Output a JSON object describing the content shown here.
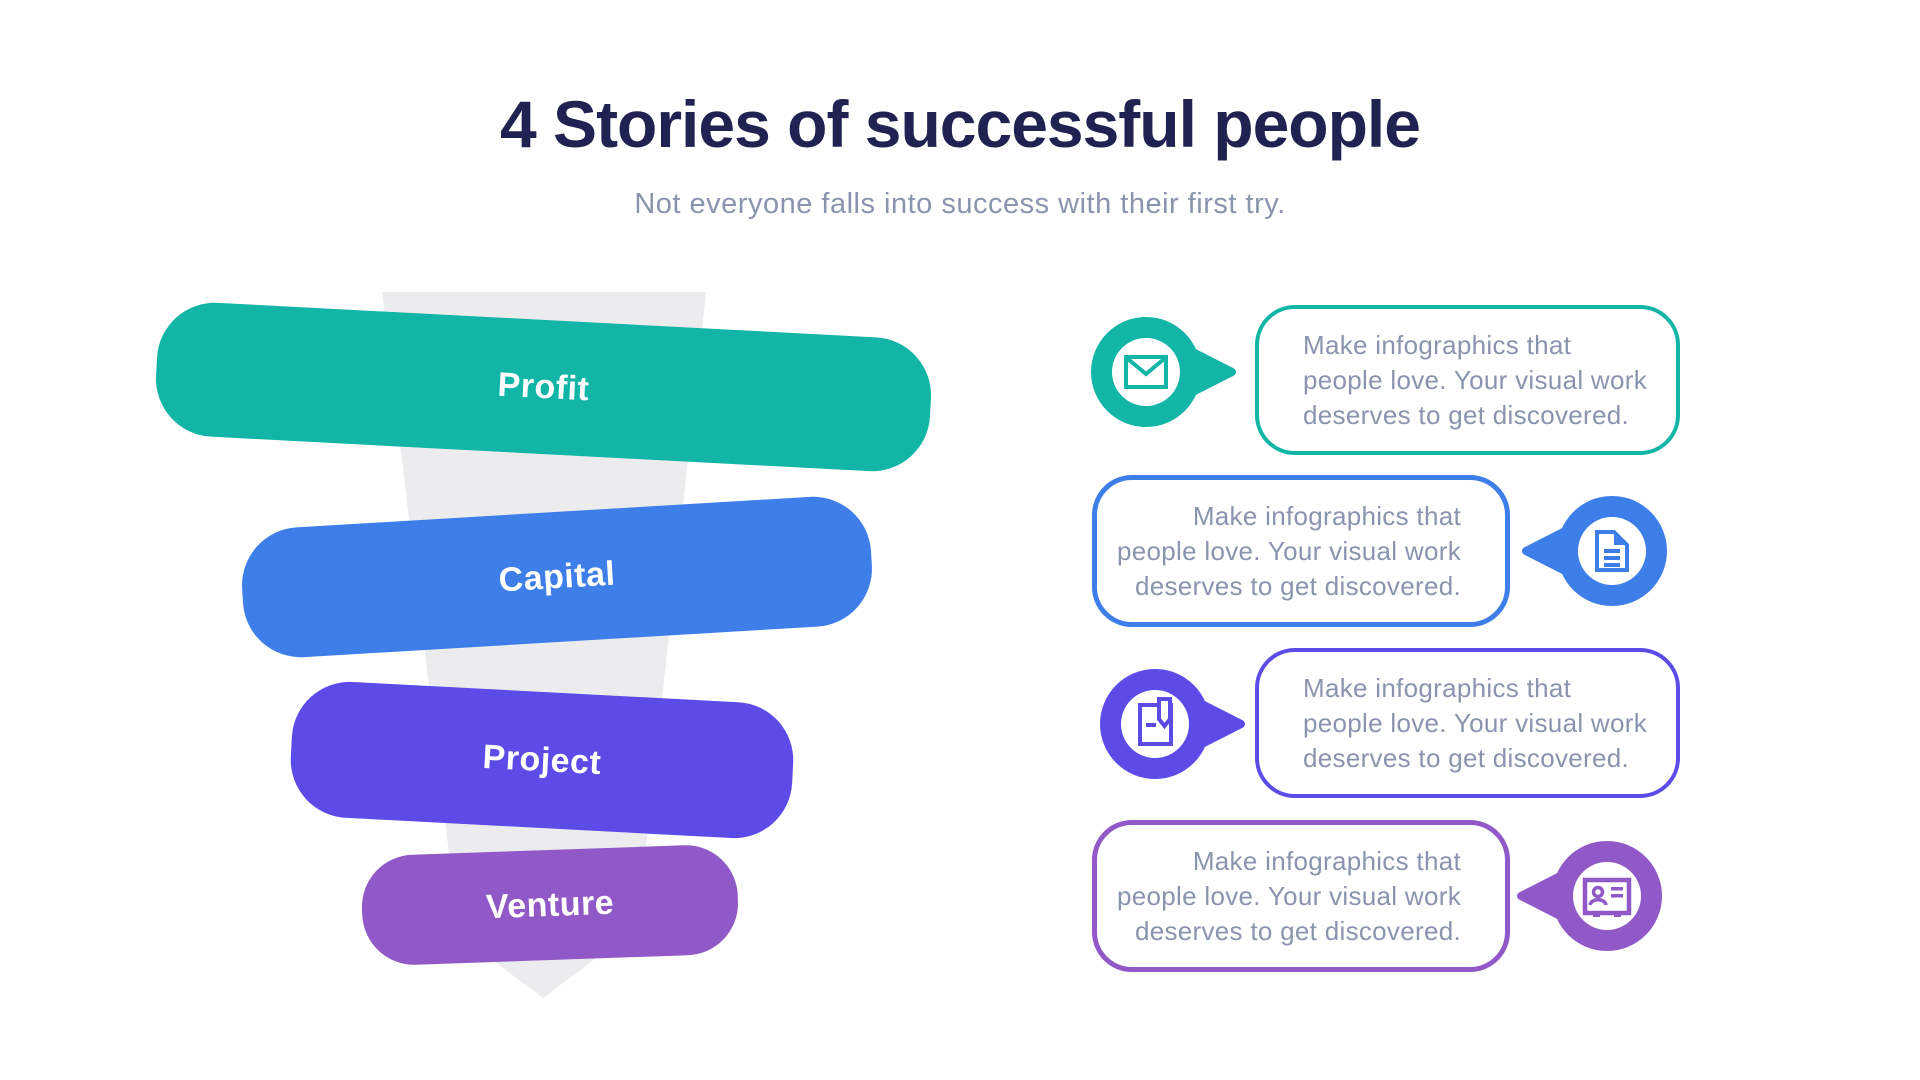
{
  "header": {
    "title": "4 Stories of successful people",
    "subtitle": "Not everyone falls into success with their first try."
  },
  "colors": {
    "title_text": "#202251",
    "muted_text": "#8B94AE",
    "teal": "#12B5A6",
    "blue": "#3E7EE9",
    "indigo": "#5D4BE7",
    "purple": "#9059C7",
    "arrow_gray": "#ECECEE",
    "stage_label_text": "#FFFFFF"
  },
  "funnel": {
    "arrow_icon": "down-arrow-icon",
    "stages": [
      {
        "label": "Profit",
        "color": "#12B5A6"
      },
      {
        "label": "Capital",
        "color": "#3E7EE9"
      },
      {
        "label": "Project",
        "color": "#5D4BE7"
      },
      {
        "label": "Venture",
        "color": "#9059C7"
      }
    ]
  },
  "callouts": [
    {
      "icon": "envelope-icon",
      "accent_color": "#12B5A6",
      "bubble_side": "right",
      "lines": [
        "Make infographics that",
        "people love. Your visual work",
        "deserves to get discovered."
      ]
    },
    {
      "icon": "document-icon",
      "accent_color": "#3E7EE9",
      "bubble_side": "left",
      "lines": [
        "Make infographics that",
        "people love. Your visual work",
        "deserves to get discovered."
      ]
    },
    {
      "icon": "notebook-icon",
      "accent_color": "#5D4BE7",
      "bubble_side": "right",
      "lines": [
        "Make infographics that",
        "people love. Your visual work",
        "deserves to get discovered."
      ]
    },
    {
      "icon": "id-card-icon",
      "accent_color": "#9059C7",
      "bubble_side": "left",
      "lines": [
        "Make infographics that",
        "people love. Your visual work",
        "deserves to get discovered."
      ]
    }
  ]
}
